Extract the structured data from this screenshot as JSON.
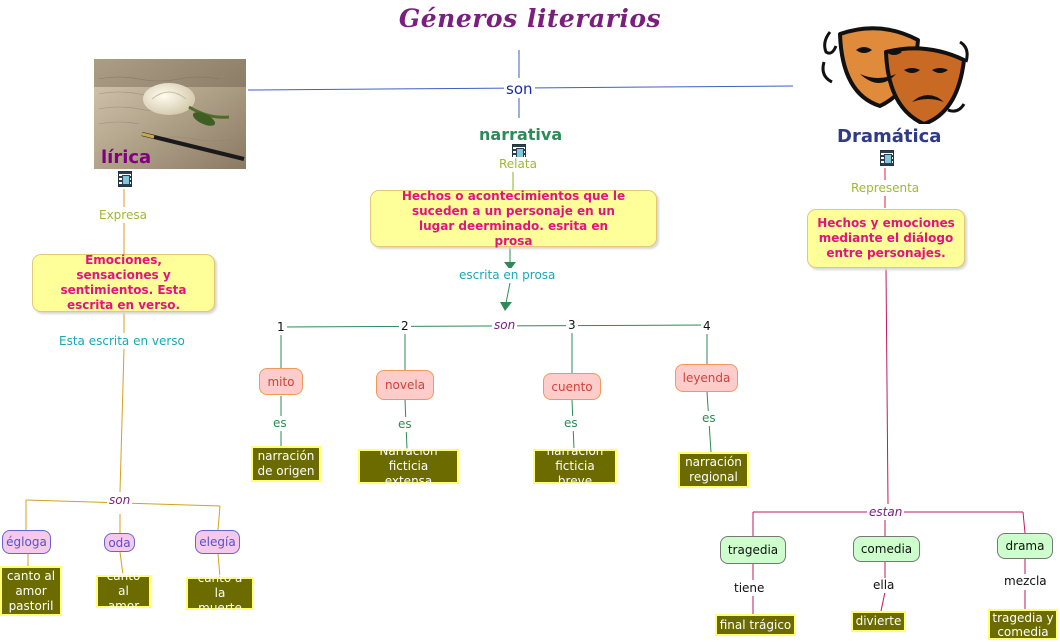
{
  "title": "Géneros literarios",
  "links": {
    "son": "son",
    "relata": "Relata",
    "expresa": "Expresa",
    "representa": "Representa",
    "escrita_en_prosa": "escrita en prosa",
    "esta_escrita_en_verso": "Esta escrita en verso",
    "son_narrativa": "son",
    "son_lirica": "son",
    "estan": "estan",
    "es": "es",
    "tiene": "tiene",
    "ella": "ella",
    "mezcla": "mezcla"
  },
  "numbers": [
    "1",
    "2",
    "3",
    "4"
  ],
  "genres": {
    "lirica": "lírica",
    "narrativa": "narrativa",
    "dramatica": "Dramática"
  },
  "colors": {
    "title": "#7a1f80",
    "lirica": "#800080",
    "narrativa": "#2e8b57",
    "dramatica": "#2f3a88",
    "yellow_box": "#ffff99",
    "pink_box": "#ffcccc",
    "olive_box": "#6b6b00",
    "lavender_box": "#f6c8e9",
    "green_box": "#ccffcc"
  },
  "descriptions": {
    "narrativa": "Hechos o acontecimientos que le suceden a un personaje en un lugar deerminado. esrita en prosa",
    "lirica": "Emociones, sensaciones y sentimientos. Esta escrita en verso.",
    "dramatica": "Hechos y emociones mediante el diálogo entre personajes."
  },
  "narrativa_types": [
    {
      "name": "mito",
      "definition": "narración de origen"
    },
    {
      "name": "novela",
      "definition": "Narración ficticia extensa"
    },
    {
      "name": "cuento",
      "definition": "narración ficticia breve"
    },
    {
      "name": "leyenda",
      "definition": "narración regional"
    }
  ],
  "lirica_types": [
    {
      "name": "égloga",
      "definition": "canto al amor pastoril"
    },
    {
      "name": "oda",
      "definition": "canto al amor"
    },
    {
      "name": "elegía",
      "definition": "canto a la muerte"
    }
  ],
  "dramatica_types": [
    {
      "name": "tragedia",
      "definition": "final trágico"
    },
    {
      "name": "comedia",
      "definition": "divierte"
    },
    {
      "name": "drama",
      "definition": "tragedia y comedia"
    }
  ],
  "icons": [
    "film-icon",
    "drama-masks-icon",
    "rose-letter-image"
  ]
}
